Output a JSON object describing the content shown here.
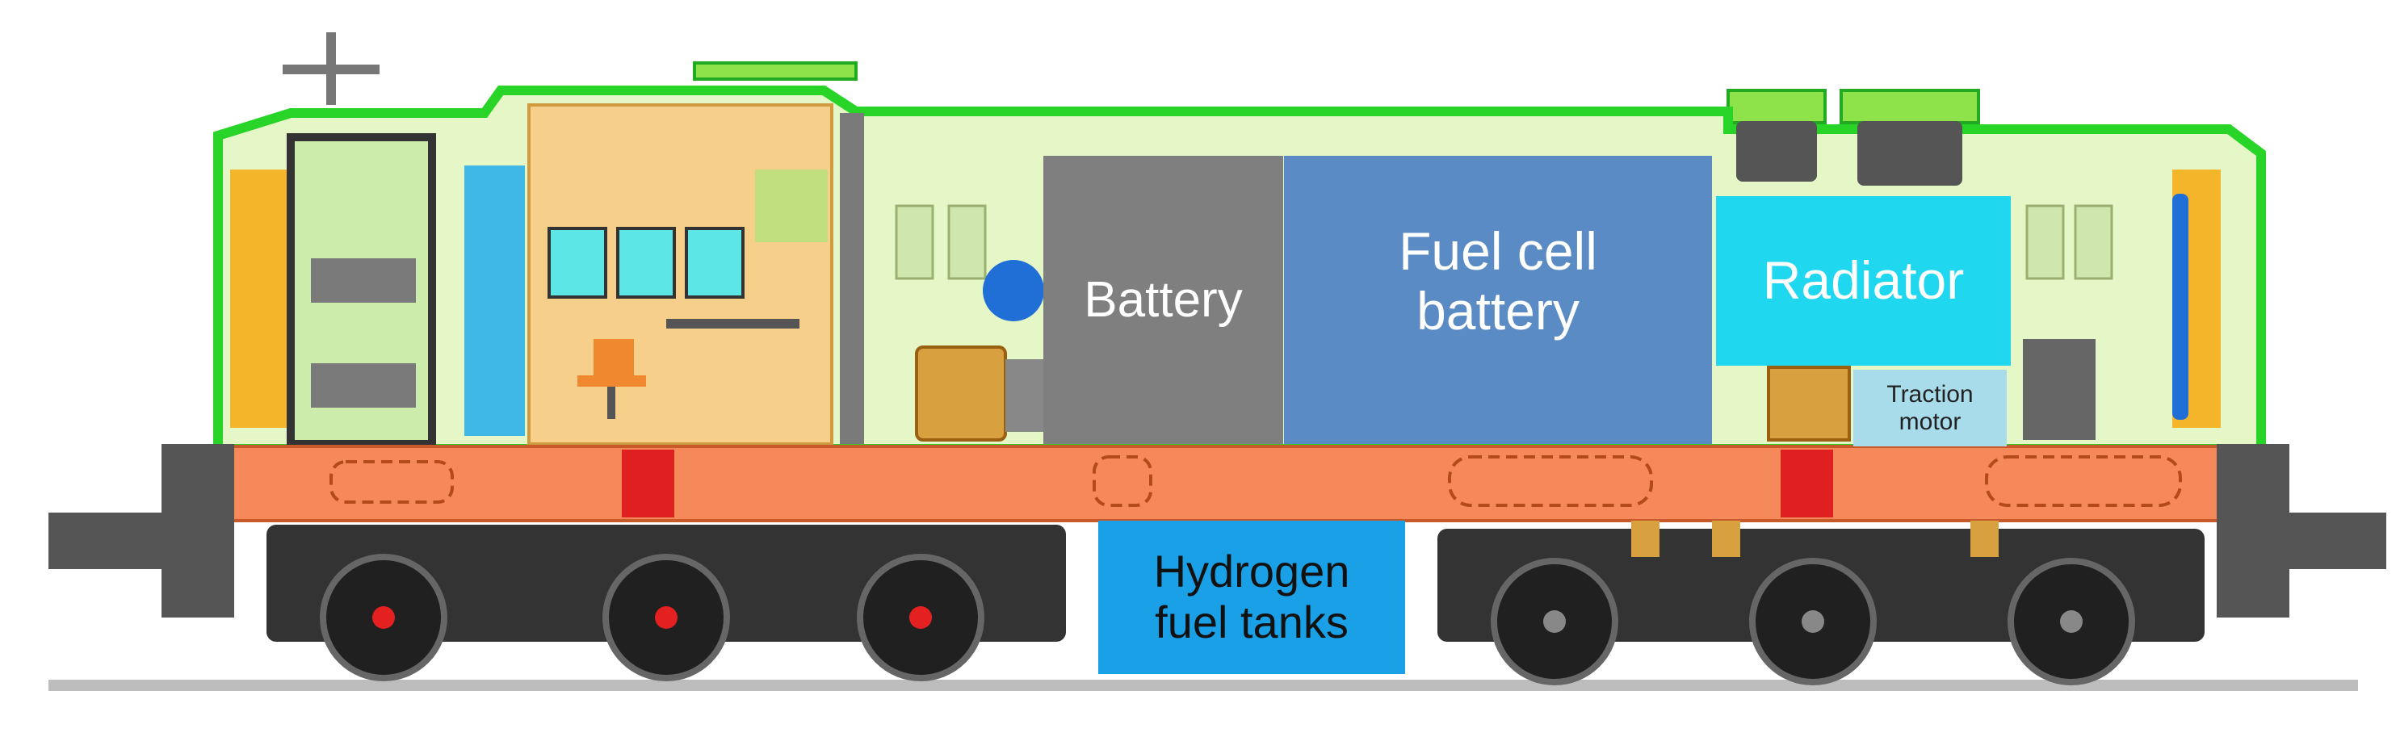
{
  "labels": {
    "battery": "Battery",
    "fuel_cell": "Fuel cell\nbattery",
    "radiator": "Radiator",
    "traction_motor": "Traction\nmotor",
    "hydrogen_tanks": "Hydrogen\nfuel tanks"
  },
  "colors": {
    "battery": "#7f7f7f",
    "fuel_cell": "#5b8bc4",
    "radiator": "#1fd8f0",
    "traction_motor": "#a9dceb",
    "hydrogen_tanks": "#1aa0e6",
    "frame": "#f5895a",
    "body": "#e6f7c7",
    "outline": "#28d428",
    "cab": "#f6cf8a"
  }
}
